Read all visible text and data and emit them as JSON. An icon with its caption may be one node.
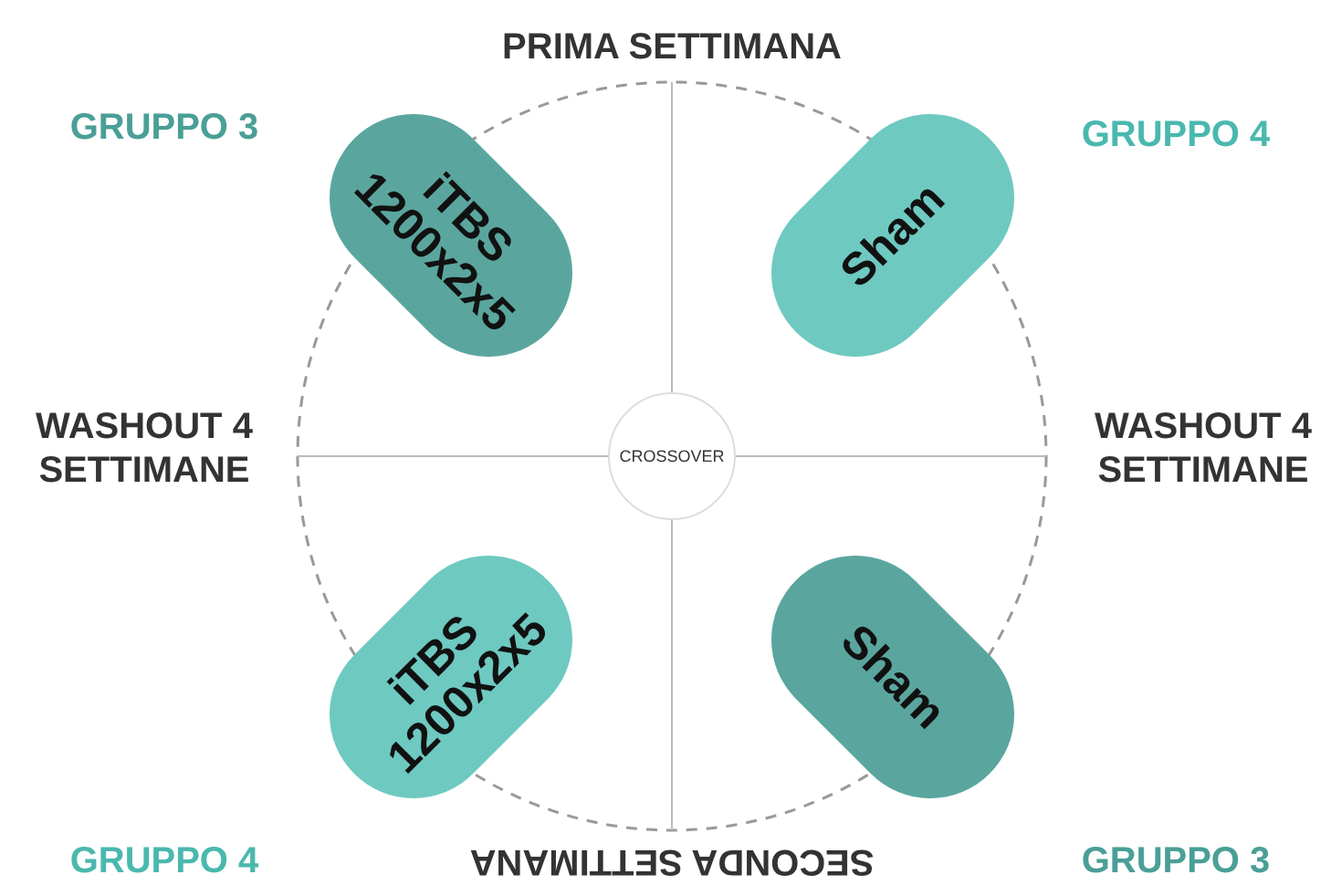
{
  "diagram": {
    "nodes": [
      {
        "text": [
          "iTBS 1200x2x5"
        ]
      },
      {
        "text": [
          "Sham"
        ]
      },
      {
        "text": [
          "CROSSOVER"
        ]
      },
      {
        "text": [
          "iTBS 1200x2x5"
        ]
      },
      {
        "text": [
          "Sham"
        ]
      }
    ],
    "labels": [
      "GRUPPO 3",
      "PRIMA SETTIMANA",
      "GRUPPO 4",
      "WASHOUT 4 SETTIMANE",
      "WASHOUT 4 SETTIMANE",
      "GRUPPO 4",
      "SECONDA SETTIMANA",
      "GRUPPO 3"
    ]
  }
}
